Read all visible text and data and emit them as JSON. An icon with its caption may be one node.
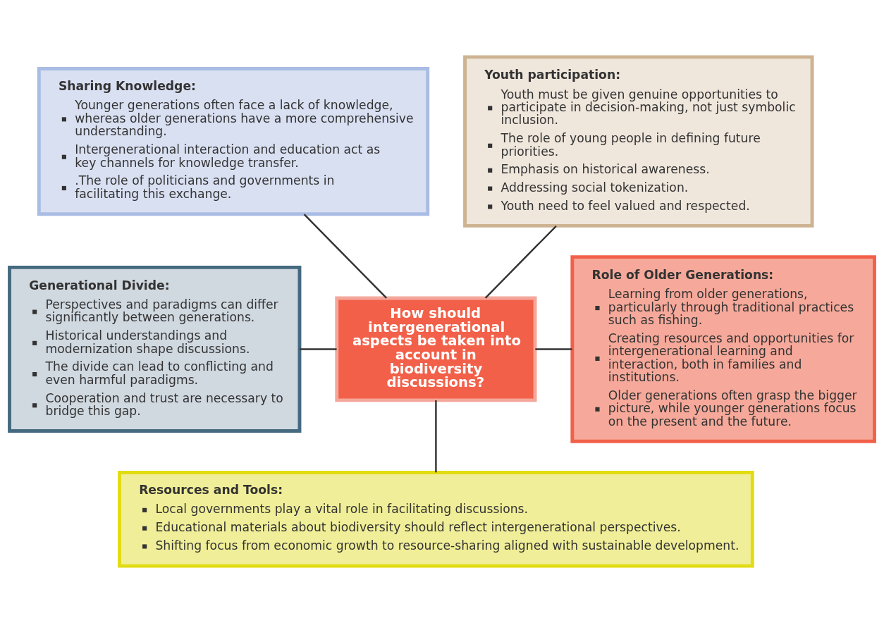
{
  "diagram": {
    "nodes": [
      {
        "text": [
          "How should intergenerational aspects be taken into account in biodiversity discussions?"
        ]
      },
      {
        "text": [
          "Sharing Knowledge:",
          "Younger generations often face a lack of knowledge, whereas older generations have a more comprehensive understanding.",
          "Intergenerational interaction and education act as key channels for knowledge transfer.",
          ".The role of politicians and governments in facilitating this exchange."
        ]
      },
      {
        "text": [
          "Youth participation:",
          "Youth must be given genuine opportunities to participate in decision-making, not just symbolic inclusion.",
          "The role of young people in defining future priorities.",
          "Emphasis on historical awareness.",
          "Addressing social tokenization.",
          "Youth need to feel valued and respected."
        ]
      },
      {
        "text": [
          "Generational Divide:",
          "Perspectives and paradigms can differ significantly between generations.",
          "Historical understandings and modernization shape discussions.",
          "The divide can lead to conflicting and even harmful paradigms.",
          "Cooperation and trust are necessary to bridge this gap."
        ]
      },
      {
        "text": [
          "Role of Older Generations:",
          "Learning from older generations, particularly through traditional practices such as fishing.",
          "Creating resources and opportunities for intergenerational learning and interaction, both in families and institutions.",
          "Older generations often grasp the bigger picture, while younger generations focus on the present and the future."
        ]
      },
      {
        "text": [
          "Resources and Tools:",
          "Local governments play a vital role in facilitating discussions.",
          "Educational materials about biodiversity should reflect intergenerational perspectives.",
          "Shifting focus from economic growth to resource-sharing aligned with sustainable development."
        ]
      }
    ],
    "edges": [
      {
        "from": 1,
        "to": 0,
        "arrow": "none"
      },
      {
        "from": 2,
        "to": 0,
        "arrow": "none"
      },
      {
        "from": 3,
        "to": 0,
        "arrow": "none"
      },
      {
        "from": 0,
        "to": 4,
        "arrow": "none"
      },
      {
        "from": 0,
        "to": 5,
        "arrow": "none"
      }
    ]
  }
}
